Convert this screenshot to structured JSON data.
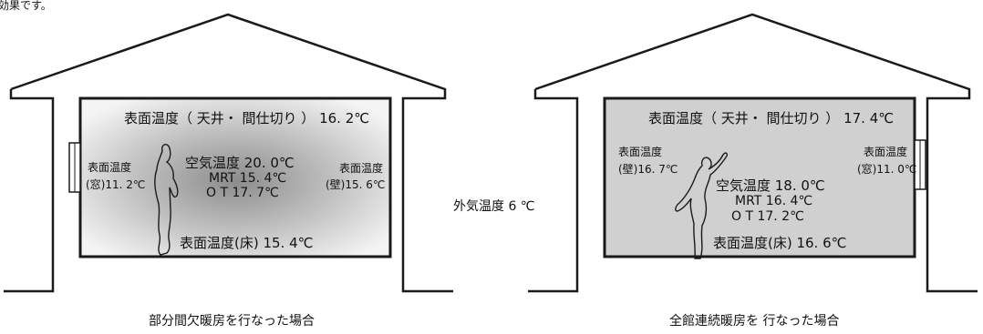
{
  "intro_text": "効果です。",
  "outside_temperature": "外気温度 6 ℃",
  "houses": [
    {
      "caption": "部分間欠暖房を行なった場合",
      "ceiling": "表面温度（ 天井・ 間仕切り ） 16. 2℃",
      "window_label": "表面温度",
      "window_value": "(窓)11. 2℃",
      "wall_label": "表面温度",
      "wall_value": "(壁)15. 6℃",
      "air": "空気温度 20. 0℃",
      "mrt": "MRT  15. 4℃",
      "ot": "O T  17. 7℃",
      "floor": "表面温度(床)   15. 4℃"
    },
    {
      "caption": "全館連続暖房を 行なった場合",
      "ceiling": "表面温度（ 天井・ 間仕切り ） 17. 4℃",
      "wall_label": "表面温度",
      "wall_value": "(壁)16. 7℃",
      "window_label": "表面温度",
      "window_value": "(窓)11. 0℃",
      "air": "空気温度 18. 0℃",
      "mrt": "MRT  16. 4℃",
      "ot": "O T  17. 2℃",
      "floor": "表面温度(床)   16. 6℃"
    }
  ],
  "colors": {
    "line": "#1a1a1a",
    "room_left_center": "#8c8c8c",
    "room_left_edge": "#f4f4f4",
    "room_right": "#d0d0d0"
  }
}
